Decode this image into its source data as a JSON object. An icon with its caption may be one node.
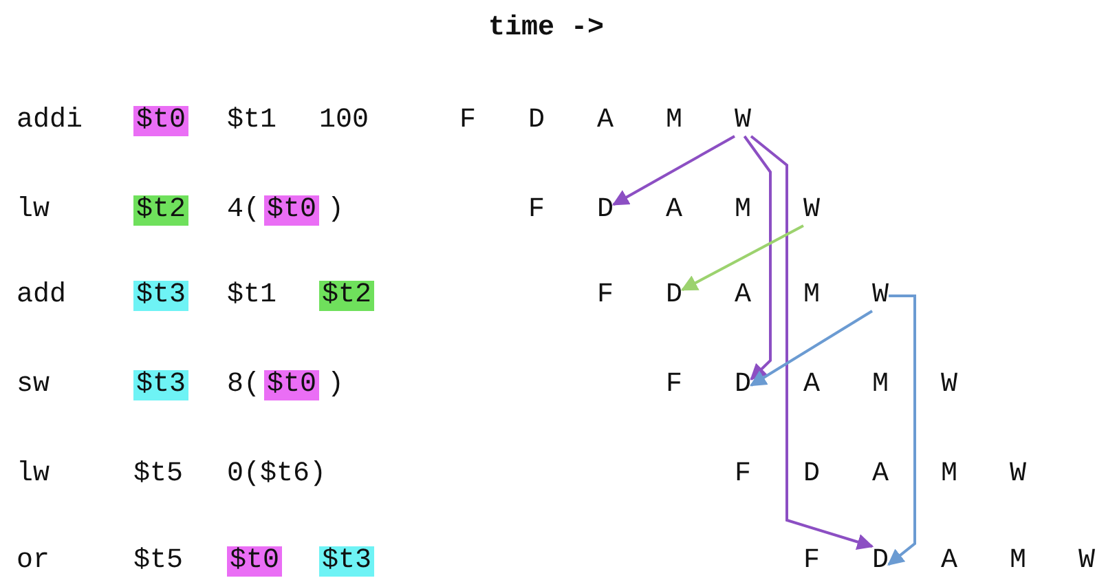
{
  "diagram": {
    "title": "time ->",
    "nodes": [
      {
        "text": [
          "$t0"
        ]
      },
      {
        "text": [
          "W"
        ]
      },
      {
        "text": [
          "$t2"
        ]
      },
      {
        "text": [
          "$t0"
        ]
      },
      {
        "text": [
          "D"
        ]
      },
      {
        "text": [
          "W"
        ]
      },
      {
        "text": [
          "$t3"
        ]
      },
      {
        "text": [
          "$t2"
        ]
      },
      {
        "text": [
          "D"
        ]
      },
      {
        "text": [
          "W"
        ]
      },
      {
        "text": [
          "$t3"
        ]
      },
      {
        "text": [
          "$t0"
        ]
      },
      {
        "text": [
          "D"
        ]
      },
      {
        "text": [
          "$t0"
        ]
      },
      {
        "text": [
          "$t3"
        ]
      },
      {
        "text": [
          "D"
        ]
      }
    ],
    "edges": [
      {
        "from": 1,
        "to": 4,
        "arrow": "to"
      },
      {
        "from": 1,
        "to": 12,
        "arrow": "to"
      },
      {
        "from": 1,
        "to": 15,
        "arrow": "to"
      },
      {
        "from": 5,
        "to": 8,
        "arrow": "to",
        "color": "#9cd26e"
      },
      {
        "from": 9,
        "to": 12,
        "arrow": "to",
        "color": "#6b9bd2"
      },
      {
        "from": 9,
        "to": 15,
        "arrow": "to",
        "color": "#6b9bd2"
      }
    ],
    "labels": [
      "addi",
      "$t1",
      "100",
      "F",
      "D",
      "A",
      "M",
      "lw",
      "4(",
      ")",
      "F",
      "A",
      "M",
      "add",
      "$t1",
      "F",
      "A",
      "M",
      "sw",
      "8(",
      ")",
      "F",
      "A",
      "M",
      "W",
      "lw",
      "$t5",
      "0($t6)",
      "F",
      "D",
      "A",
      "M",
      "W",
      "or",
      "$t5",
      "F",
      "A",
      "M",
      "W"
    ]
  }
}
